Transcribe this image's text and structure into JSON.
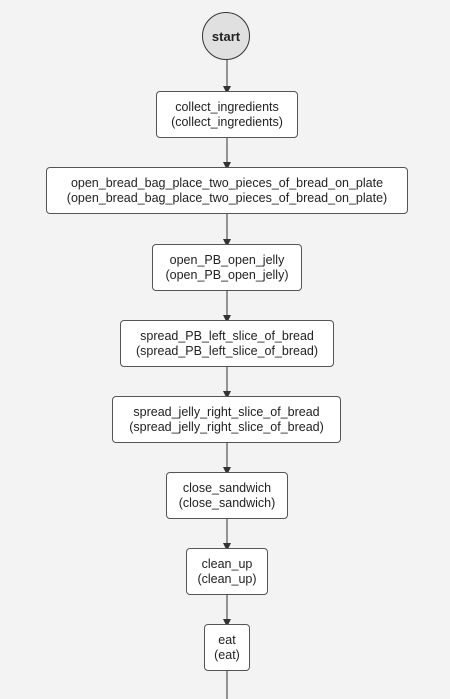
{
  "diagram": {
    "start_label": "start",
    "steps": [
      {
        "name": "collect_ingredients",
        "id": "(collect_ingredients)"
      },
      {
        "name": "open_bread_bag_place_two_pieces_of_bread_on_plate",
        "id": "(open_bread_bag_place_two_pieces_of_bread_on_plate)"
      },
      {
        "name": "open_PB_open_jelly",
        "id": "(open_PB_open_jelly)"
      },
      {
        "name": "spread_PB_left_slice_of_bread",
        "id": "(spread_PB_left_slice_of_bread)"
      },
      {
        "name": "spread_jelly_right_slice_of_bread",
        "id": "(spread_jelly_right_slice_of_bread)"
      },
      {
        "name": "close_sandwich",
        "id": "(close_sandwich)"
      },
      {
        "name": "clean_up",
        "id": "(clean_up)"
      },
      {
        "name": "eat",
        "id": "(eat)"
      }
    ],
    "colors": {
      "background": "#f3f3f3",
      "node_fill": "#ffffff",
      "node_border": "#555555",
      "start_fill": "#e0e0e0",
      "edge": "#333333"
    }
  }
}
